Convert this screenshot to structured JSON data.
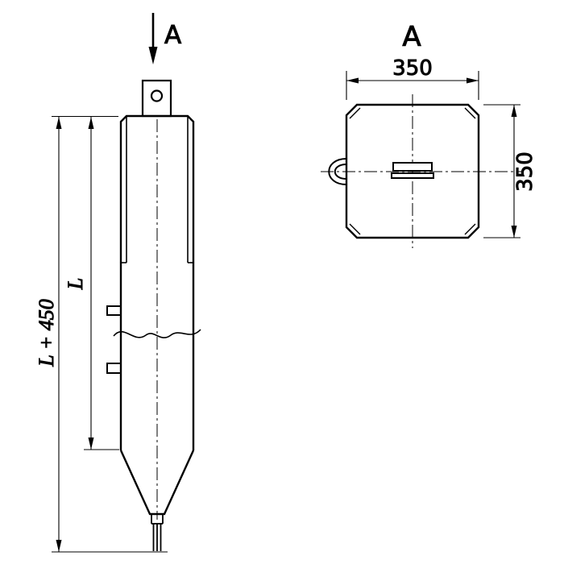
{
  "drawing": {
    "front_view": {
      "section_arrow_label": "A",
      "dim_overall": "L + 450",
      "dim_shaft": "L"
    },
    "section_view": {
      "title": "A",
      "dim_width": "350",
      "dim_height": "350"
    },
    "colors": {
      "line": "#000000",
      "background": "#ffffff"
    }
  }
}
